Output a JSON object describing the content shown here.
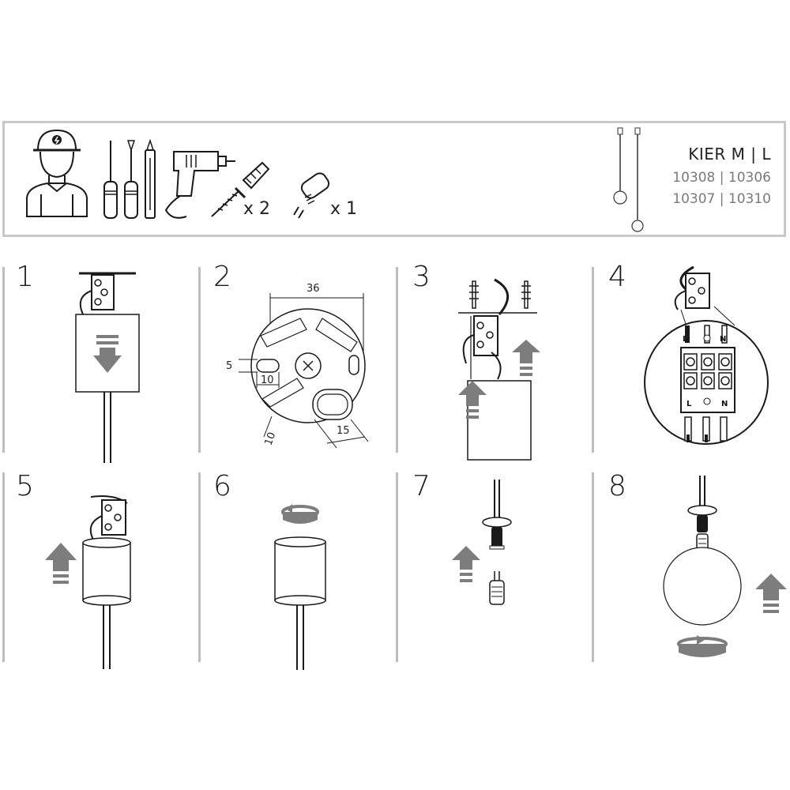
{
  "header": {
    "title": "KIER M | L",
    "codes": [
      "10308 | 10306",
      "10307 | 10310"
    ],
    "tools": [
      {
        "icon": "electrician-icon"
      },
      {
        "icon": "screwdriver-icon"
      },
      {
        "icon": "phillips-screwdriver-icon"
      },
      {
        "icon": "voltage-tester-icon"
      },
      {
        "icon": "drill-icon"
      },
      {
        "icon": "wall-plug-screw-icon",
        "quantity": "x 2"
      },
      {
        "icon": "bulb-icon",
        "quantity": "x 1"
      }
    ]
  },
  "steps": [
    {
      "number": "1"
    },
    {
      "number": "2",
      "dims": {
        "top": "36",
        "left": "5",
        "mid": "10",
        "bottom_left": "10",
        "bottom_right": "15"
      }
    },
    {
      "number": "3"
    },
    {
      "number": "4",
      "terminals_top": [
        "L",
        "N"
      ],
      "terminals_bottom": [
        "L",
        "N"
      ]
    },
    {
      "number": "5"
    },
    {
      "number": "6"
    },
    {
      "number": "7"
    },
    {
      "number": "8"
    }
  ],
  "colors": {
    "line": "#1a1a1a",
    "divider": "#bdbdbd",
    "arrow": "#7d7d7d",
    "border": "#c8c8c8"
  }
}
